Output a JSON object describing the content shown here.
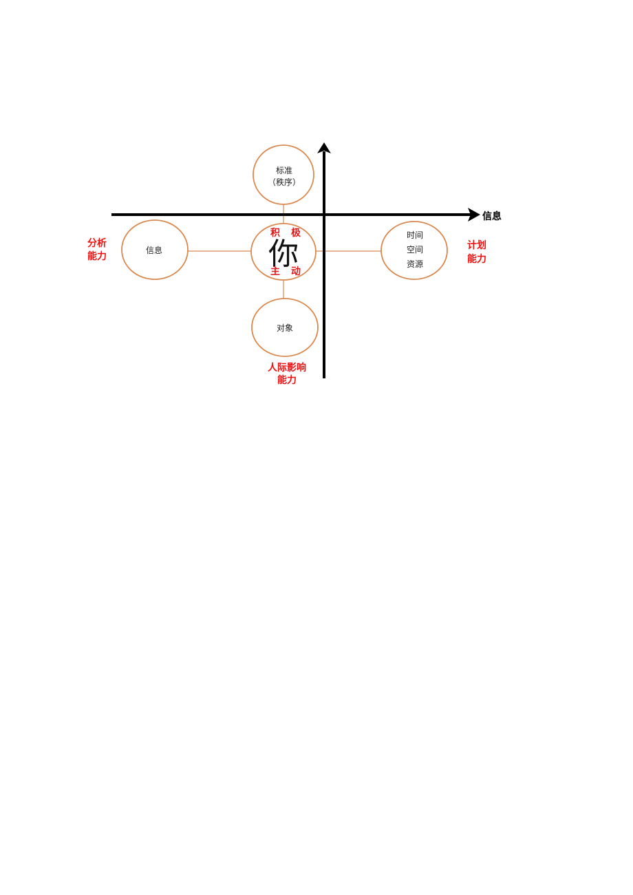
{
  "axes": {
    "x_label": "信息"
  },
  "center": {
    "char": "你",
    "top_left": "积",
    "top_right": "极",
    "bottom_left": "主",
    "bottom_right": "动"
  },
  "top_circle": {
    "line1": "标准",
    "line2": "（秩序）"
  },
  "left_circle": {
    "text": "信息"
  },
  "right_circle": {
    "line1": "时间",
    "line2": "空间",
    "line3": "资源"
  },
  "bottom_circle": {
    "text": "对象"
  },
  "side_labels": {
    "left": {
      "line1": "分析",
      "line2": "能力"
    },
    "right": {
      "line1": "计划",
      "line2": "能力"
    },
    "bottom": {
      "line1": "人际影响",
      "line2": "能力"
    }
  },
  "colors": {
    "circle_stroke": "#d9884f",
    "connector": "#d9884f",
    "axis": "#000000",
    "red_text": "#ee1111"
  }
}
